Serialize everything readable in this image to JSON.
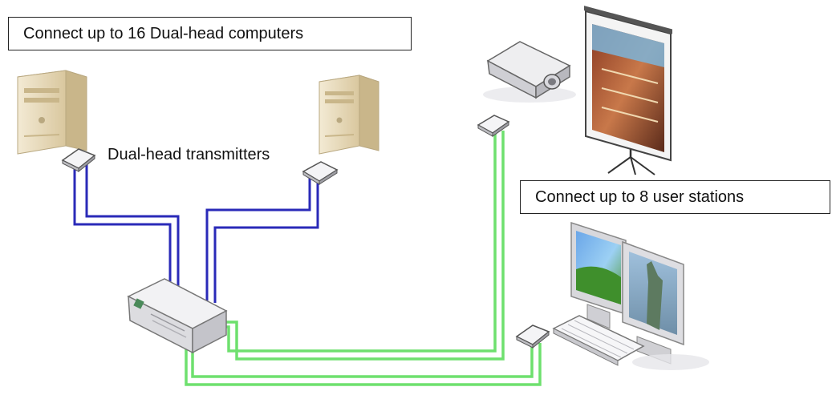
{
  "labels": {
    "computers_callout": "Connect up to 16 Dual-head computers",
    "transmitters": "Dual-head transmitters",
    "stations_callout": "Connect up to 8 user stations"
  },
  "colors": {
    "blue_cable": "#2a2ab8",
    "green_cable": "#6ee06e",
    "tower_body": "#eadcbc",
    "device_body": "#e6e6e8"
  },
  "icons": [
    "computer-tower-icon",
    "computer-tower-icon",
    "transmitter-box-icon",
    "kvm-switch-icon",
    "projector-icon",
    "projection-screen-icon",
    "dual-monitor-icon",
    "keyboard-icon"
  ]
}
